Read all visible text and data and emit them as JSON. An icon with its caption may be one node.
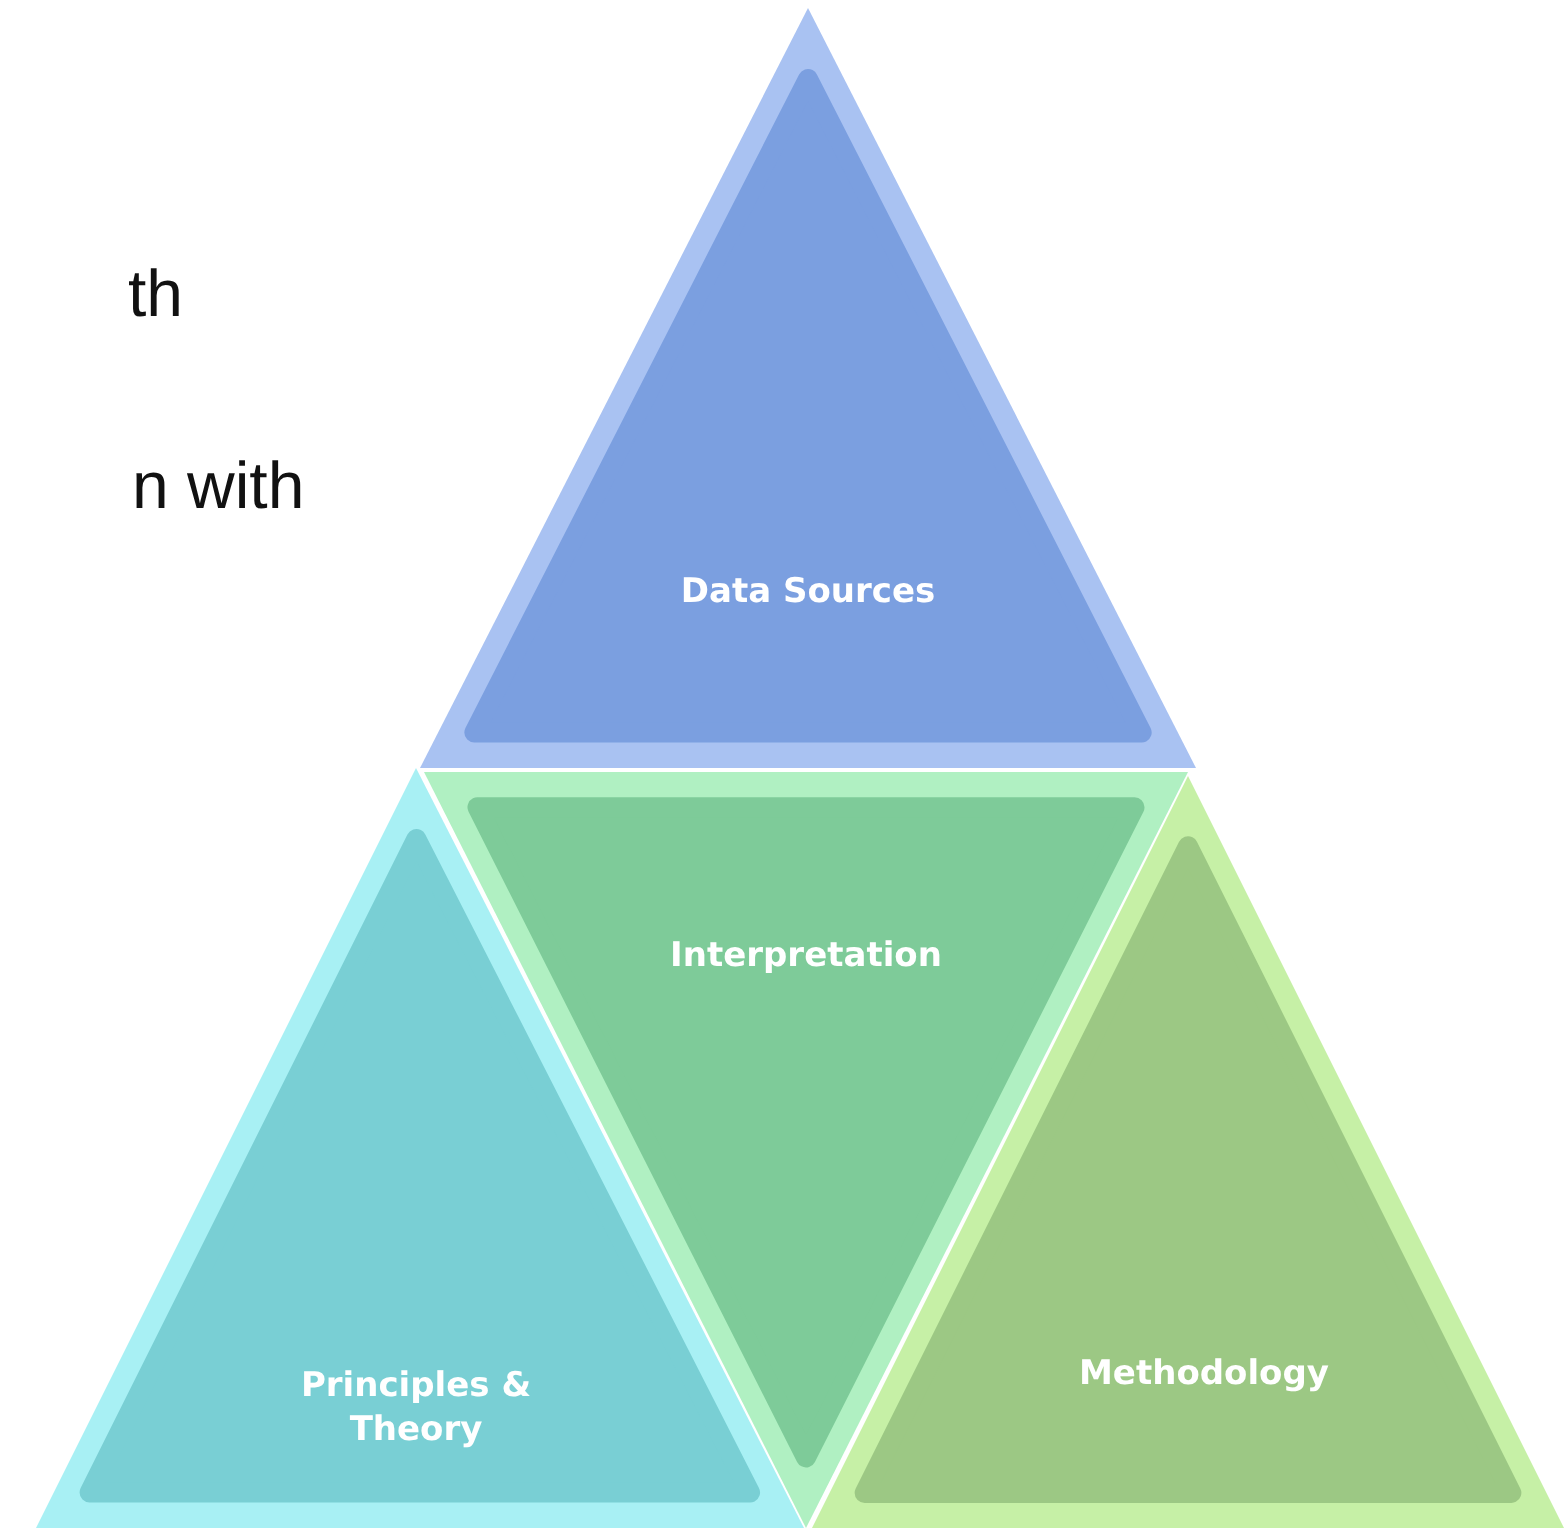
{
  "diagram": {
    "nodes": [
      {
        "text": [
          "Data Sources"
        ]
      },
      {
        "text": [
          "Principles & Theory"
        ]
      },
      {
        "text": [
          "Interpretation"
        ]
      },
      {
        "text": [
          "Methodology"
        ]
      }
    ],
    "labels": [
      "th",
      "n with"
    ]
  }
}
